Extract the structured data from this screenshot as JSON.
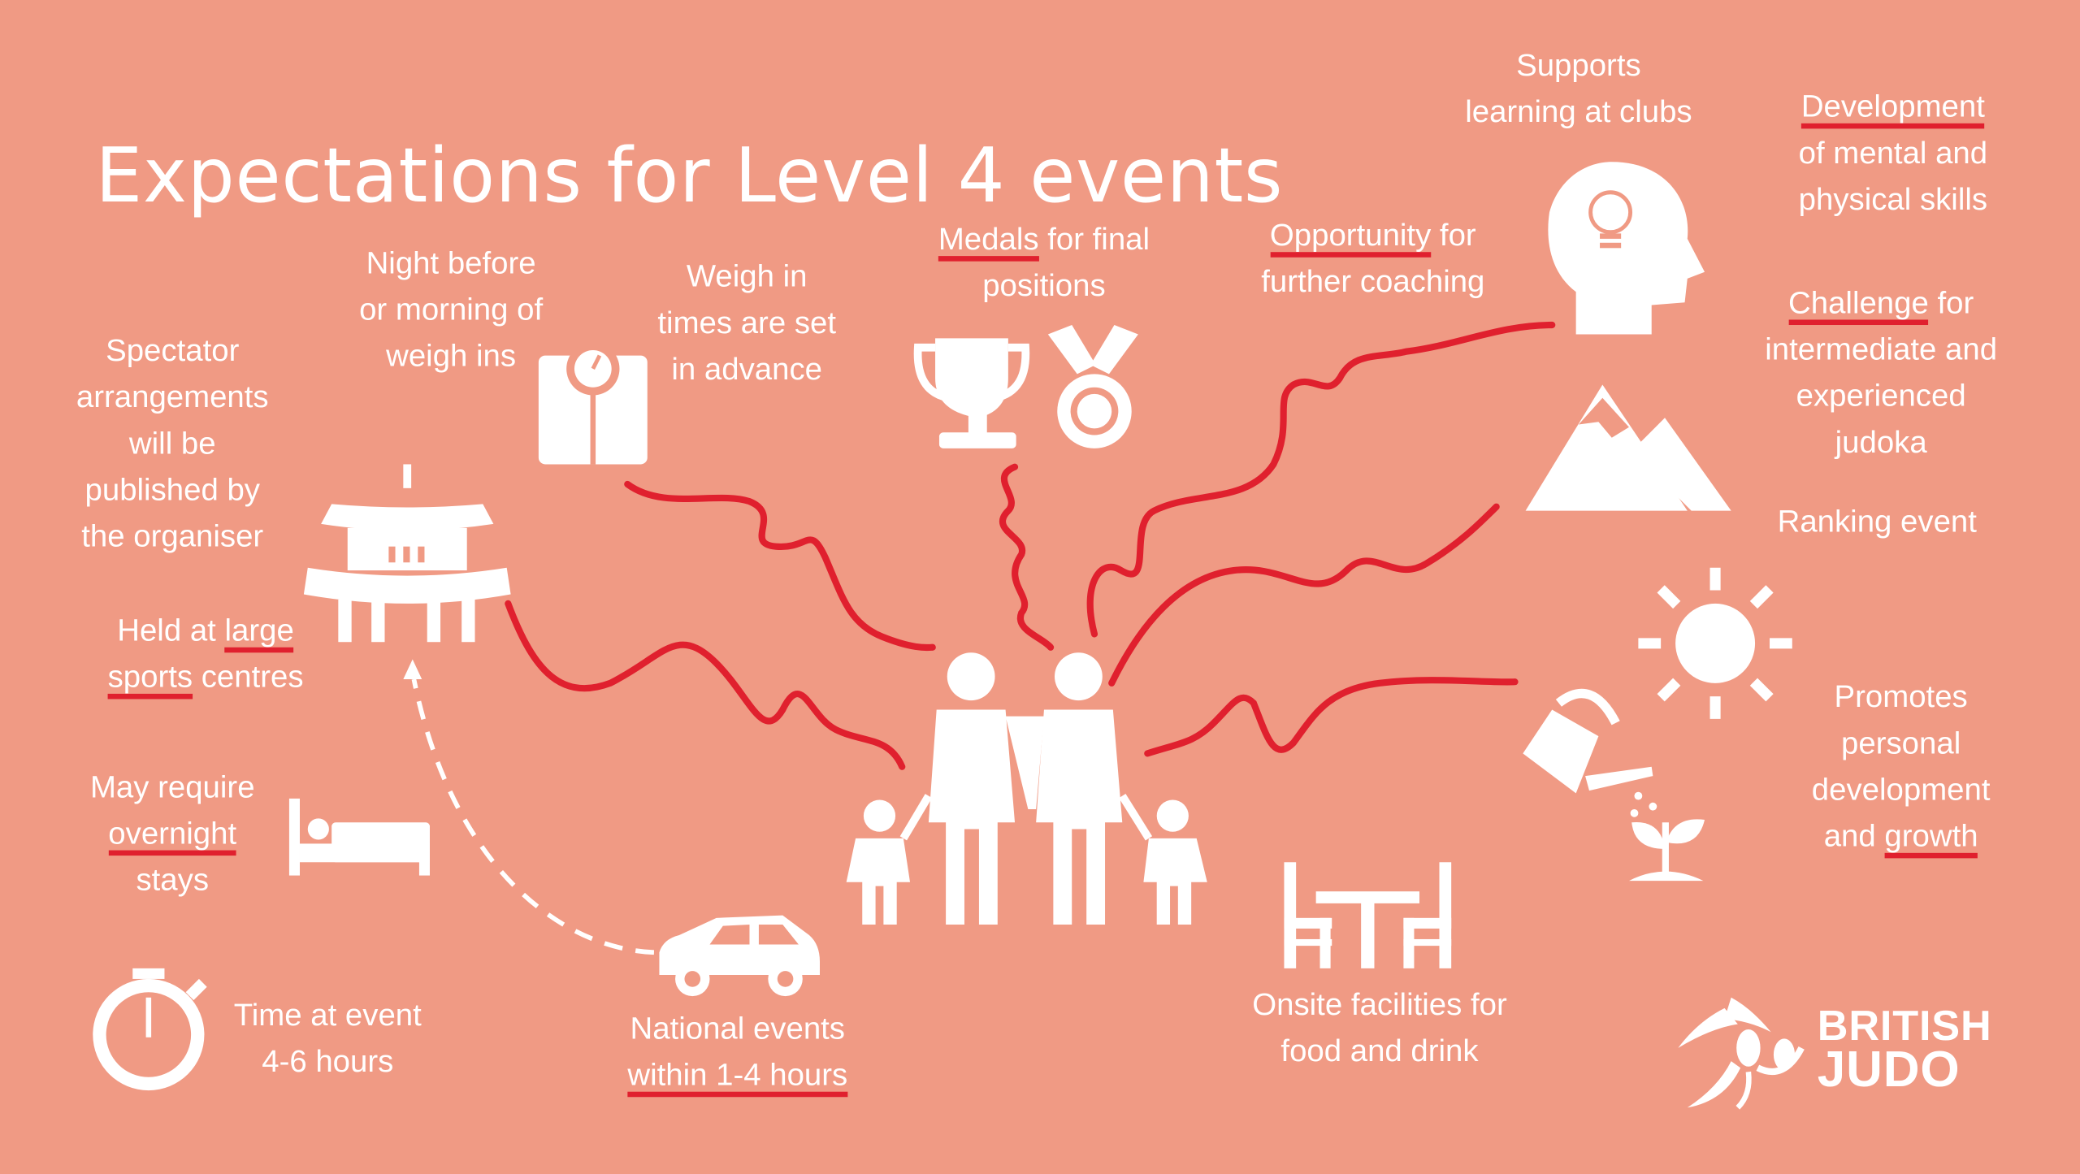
{
  "title": "Expectations for Level 4 events",
  "colors": {
    "background": "#F09A84",
    "accent": "#E0202E",
    "icon": "#FFFFFF"
  },
  "labels": {
    "supports": [
      "Supports",
      "learning at clubs"
    ],
    "development": {
      "u": "Development",
      "lines": [
        "of mental and",
        "physical skills"
      ]
    },
    "night_before": [
      "Night before",
      "or morning of",
      "weigh ins"
    ],
    "weigh_in": [
      "Weigh in",
      "times are set",
      "in advance"
    ],
    "medals": {
      "u": "Medals",
      "rest": " for final",
      "lines": [
        "positions"
      ]
    },
    "opportunity": {
      "u": "Opportunity",
      "rest": " for",
      "lines": [
        "further coaching"
      ]
    },
    "challenge": {
      "u": "Challenge",
      "rest": " for",
      "lines": [
        "intermediate and",
        "experienced",
        "judoka"
      ]
    },
    "ranking": "Ranking event",
    "spectator": [
      "Spectator",
      "arrangements",
      "will be",
      "published by",
      "the organiser"
    ],
    "held_at": {
      "pre": "Held at ",
      "u1": "large",
      "u2": "sports",
      "rest": " centres"
    },
    "overnight": {
      "pre": "May require",
      "u": "overnight",
      "post": "stays"
    },
    "time_at_event": [
      "Time at event",
      "4-6 hours"
    ],
    "national": {
      "line1": "National events",
      "u": "within 1-4 hours"
    },
    "onsite": [
      "Onsite facilities for",
      "food and drink"
    ],
    "promotes": {
      "lines": [
        "Promotes",
        "personal",
        "development"
      ],
      "pre": "and ",
      "u": "growth"
    }
  },
  "logo": {
    "line1": "BRITISH",
    "line2": "JUDO"
  },
  "icons": [
    "pagoda-icon",
    "scale-icon",
    "trophy-icon",
    "medal-icon",
    "head-lightbulb-icon",
    "mountain-icon",
    "sun-icon",
    "watering-can-icon",
    "plant-icon",
    "bed-icon",
    "stopwatch-icon",
    "car-icon",
    "family-icon",
    "table-chairs-icon",
    "british-judo-logo"
  ]
}
